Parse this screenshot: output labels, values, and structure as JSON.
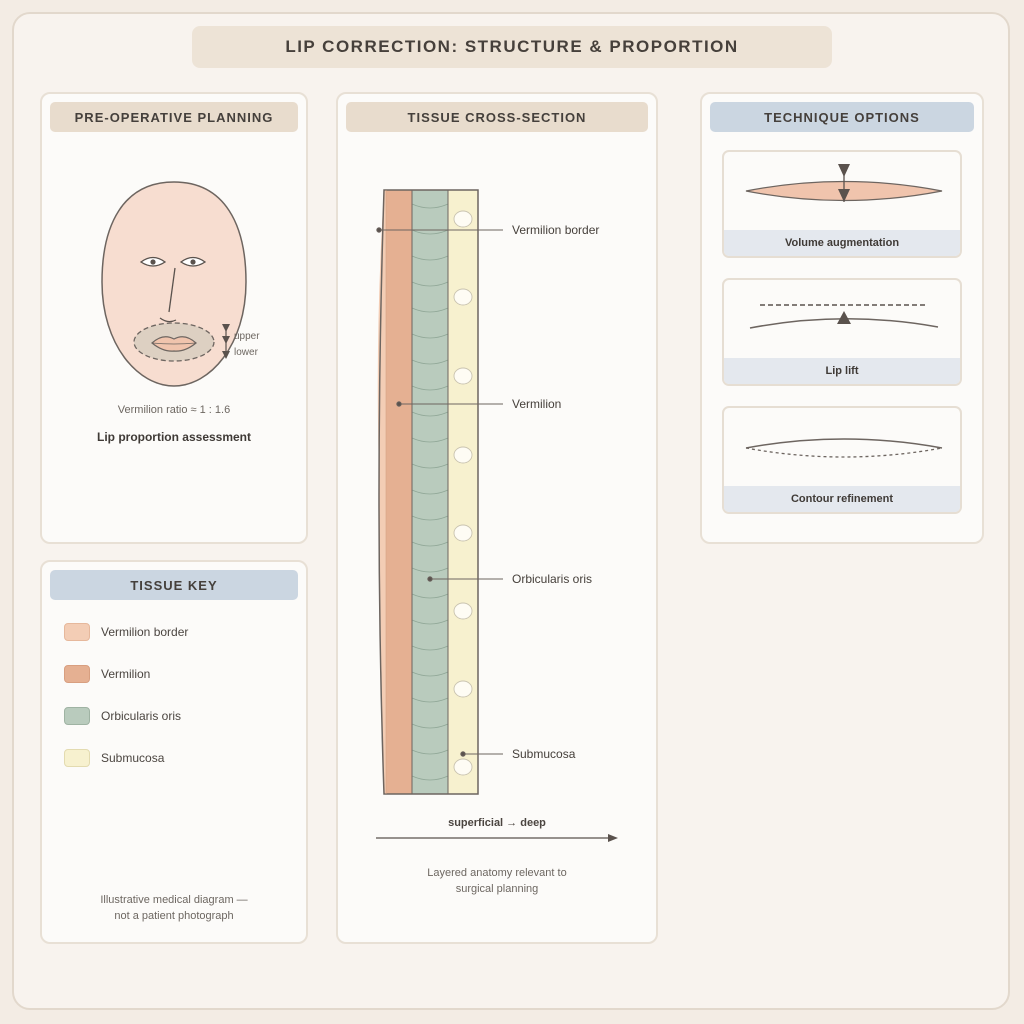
{
  "title": "LIP CORRECTION: STRUCTURE & PROPORTION",
  "planning": {
    "heading": "PRE-OPERATIVE PLANNING",
    "upper_label": "upper",
    "lower_label": "lower",
    "ratio_text": "Vermilion ratio ≈ 1 : 1.6",
    "caption": "Lip proportion assessment"
  },
  "legend": {
    "heading": "TISSUE KEY",
    "items": [
      {
        "label": "Vermilion border",
        "color": "#f3cdb5"
      },
      {
        "label": "Vermilion",
        "color": "#e5b092"
      },
      {
        "label": "Orbicularis oris",
        "color": "#b9cbbd"
      },
      {
        "label": "Submucosa",
        "color": "#f7f1cf"
      }
    ],
    "disclaimer_line1": "Illustrative medical diagram —",
    "disclaimer_line2": "not a patient photograph"
  },
  "cross_section": {
    "heading": "TISSUE CROSS-SECTION",
    "layers": [
      "Vermilion border",
      "Vermilion",
      "Orbicularis oris",
      "Submucosa"
    ],
    "axis_label": "superficial → deep",
    "caption_line1": "Layered anatomy relevant to",
    "caption_line2": "surgical planning"
  },
  "techniques": {
    "heading": "TECHNIQUE OPTIONS",
    "options": [
      {
        "label": "Volume augmentation",
        "icon": "volume-augmentation-icon"
      },
      {
        "label": "Lip lift",
        "icon": "lip-lift-icon"
      },
      {
        "label": "Contour refinement",
        "icon": "contour-refinement-icon"
      }
    ]
  },
  "colors": {
    "background": "#f3ece4",
    "skin": "#f7ddd0",
    "vermilion": "#e5b092",
    "muscle": "#b9cbbd",
    "submucosa": "#f7f1cf",
    "header_tan": "#e8dccd",
    "header_blue": "#cbd6e1"
  }
}
